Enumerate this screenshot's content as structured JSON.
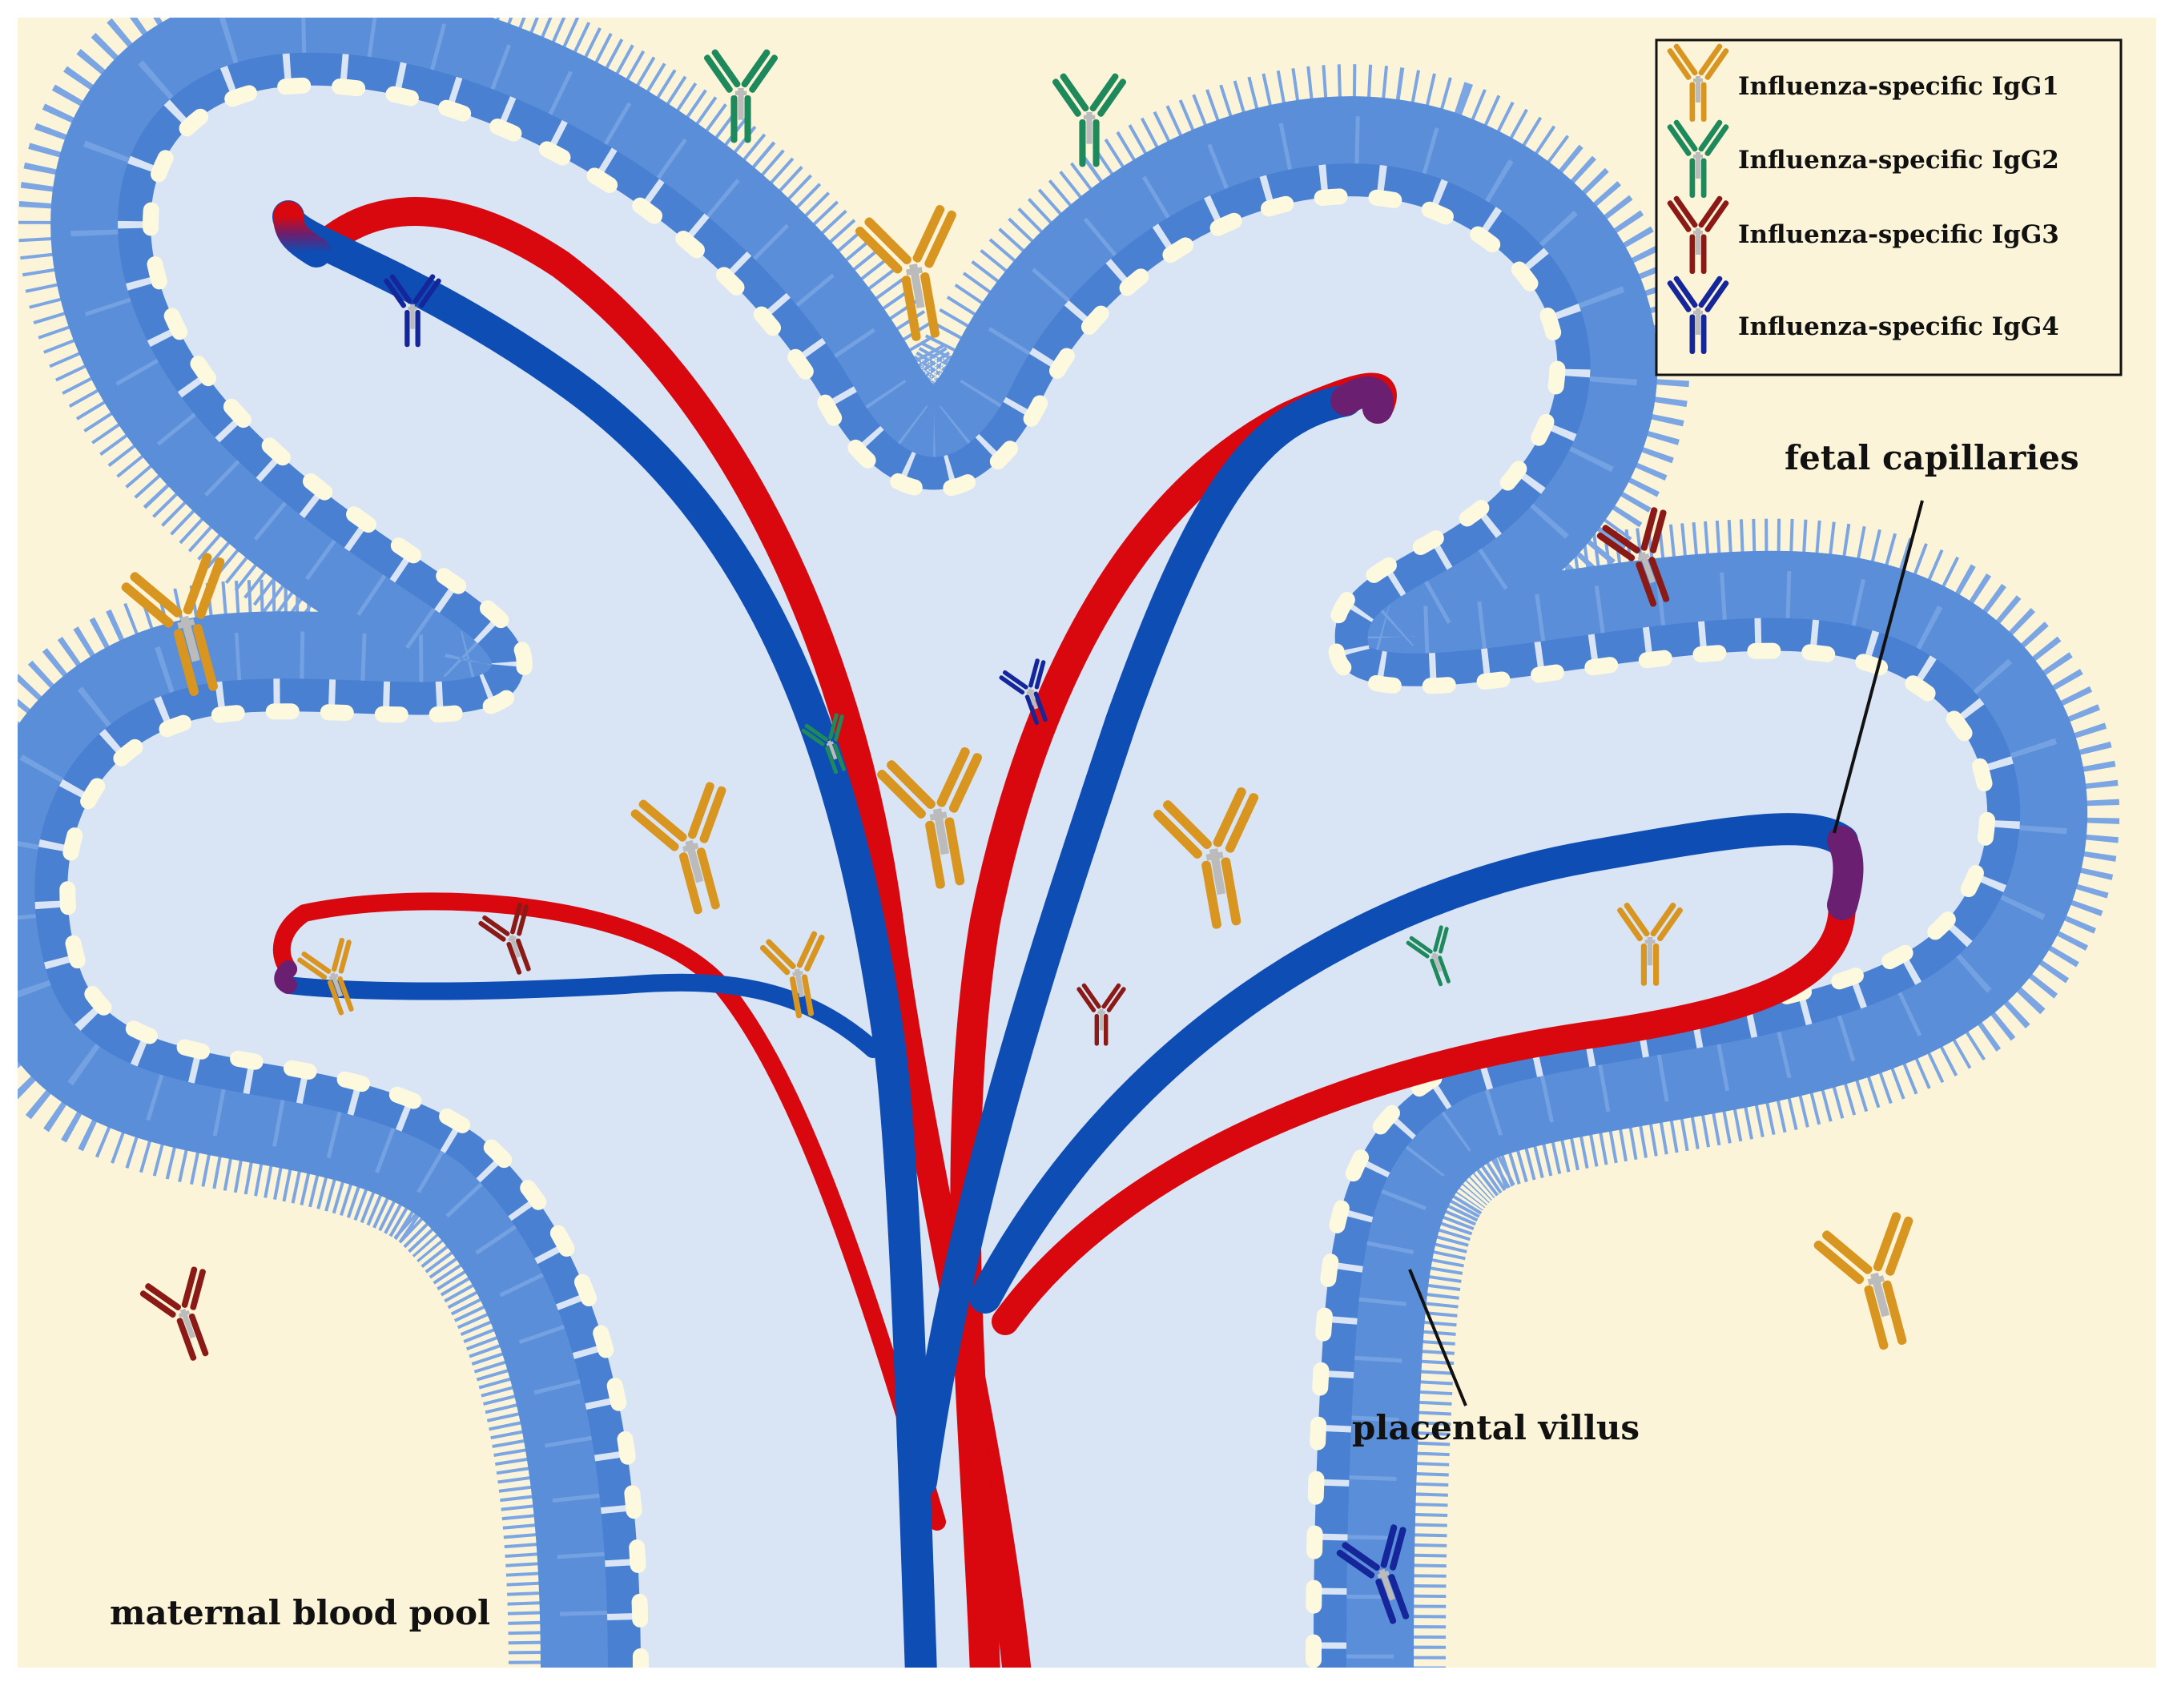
{
  "legend": {
    "items": [
      {
        "label": "Influenza-specific IgG1",
        "color": "#d8951f"
      },
      {
        "label": "Influenza-specific IgG2",
        "color": "#1e8a5c"
      },
      {
        "label": "Influenza-specific IgG3",
        "color": "#8b1a16"
      },
      {
        "label": "Influenza-specific IgG4",
        "color": "#14269a"
      }
    ]
  },
  "labels": {
    "fetal_capillaries": "fetal capillaries",
    "placental_villus": "placental villus",
    "maternal_blood_pool": "maternal blood pool"
  },
  "colors": {
    "background": "#fbf4d9",
    "villus_fill": "#d9e5f5",
    "syncytio_layer": "#5b8ed8",
    "syncytio_edge": "#7ba6e3",
    "cyto_cell": "#4a80d2",
    "artery_red": "#d9070e",
    "vein_blue": "#0e4db4",
    "nucleus": "#fdf9de"
  },
  "icons": [
    "antibody-icon"
  ]
}
